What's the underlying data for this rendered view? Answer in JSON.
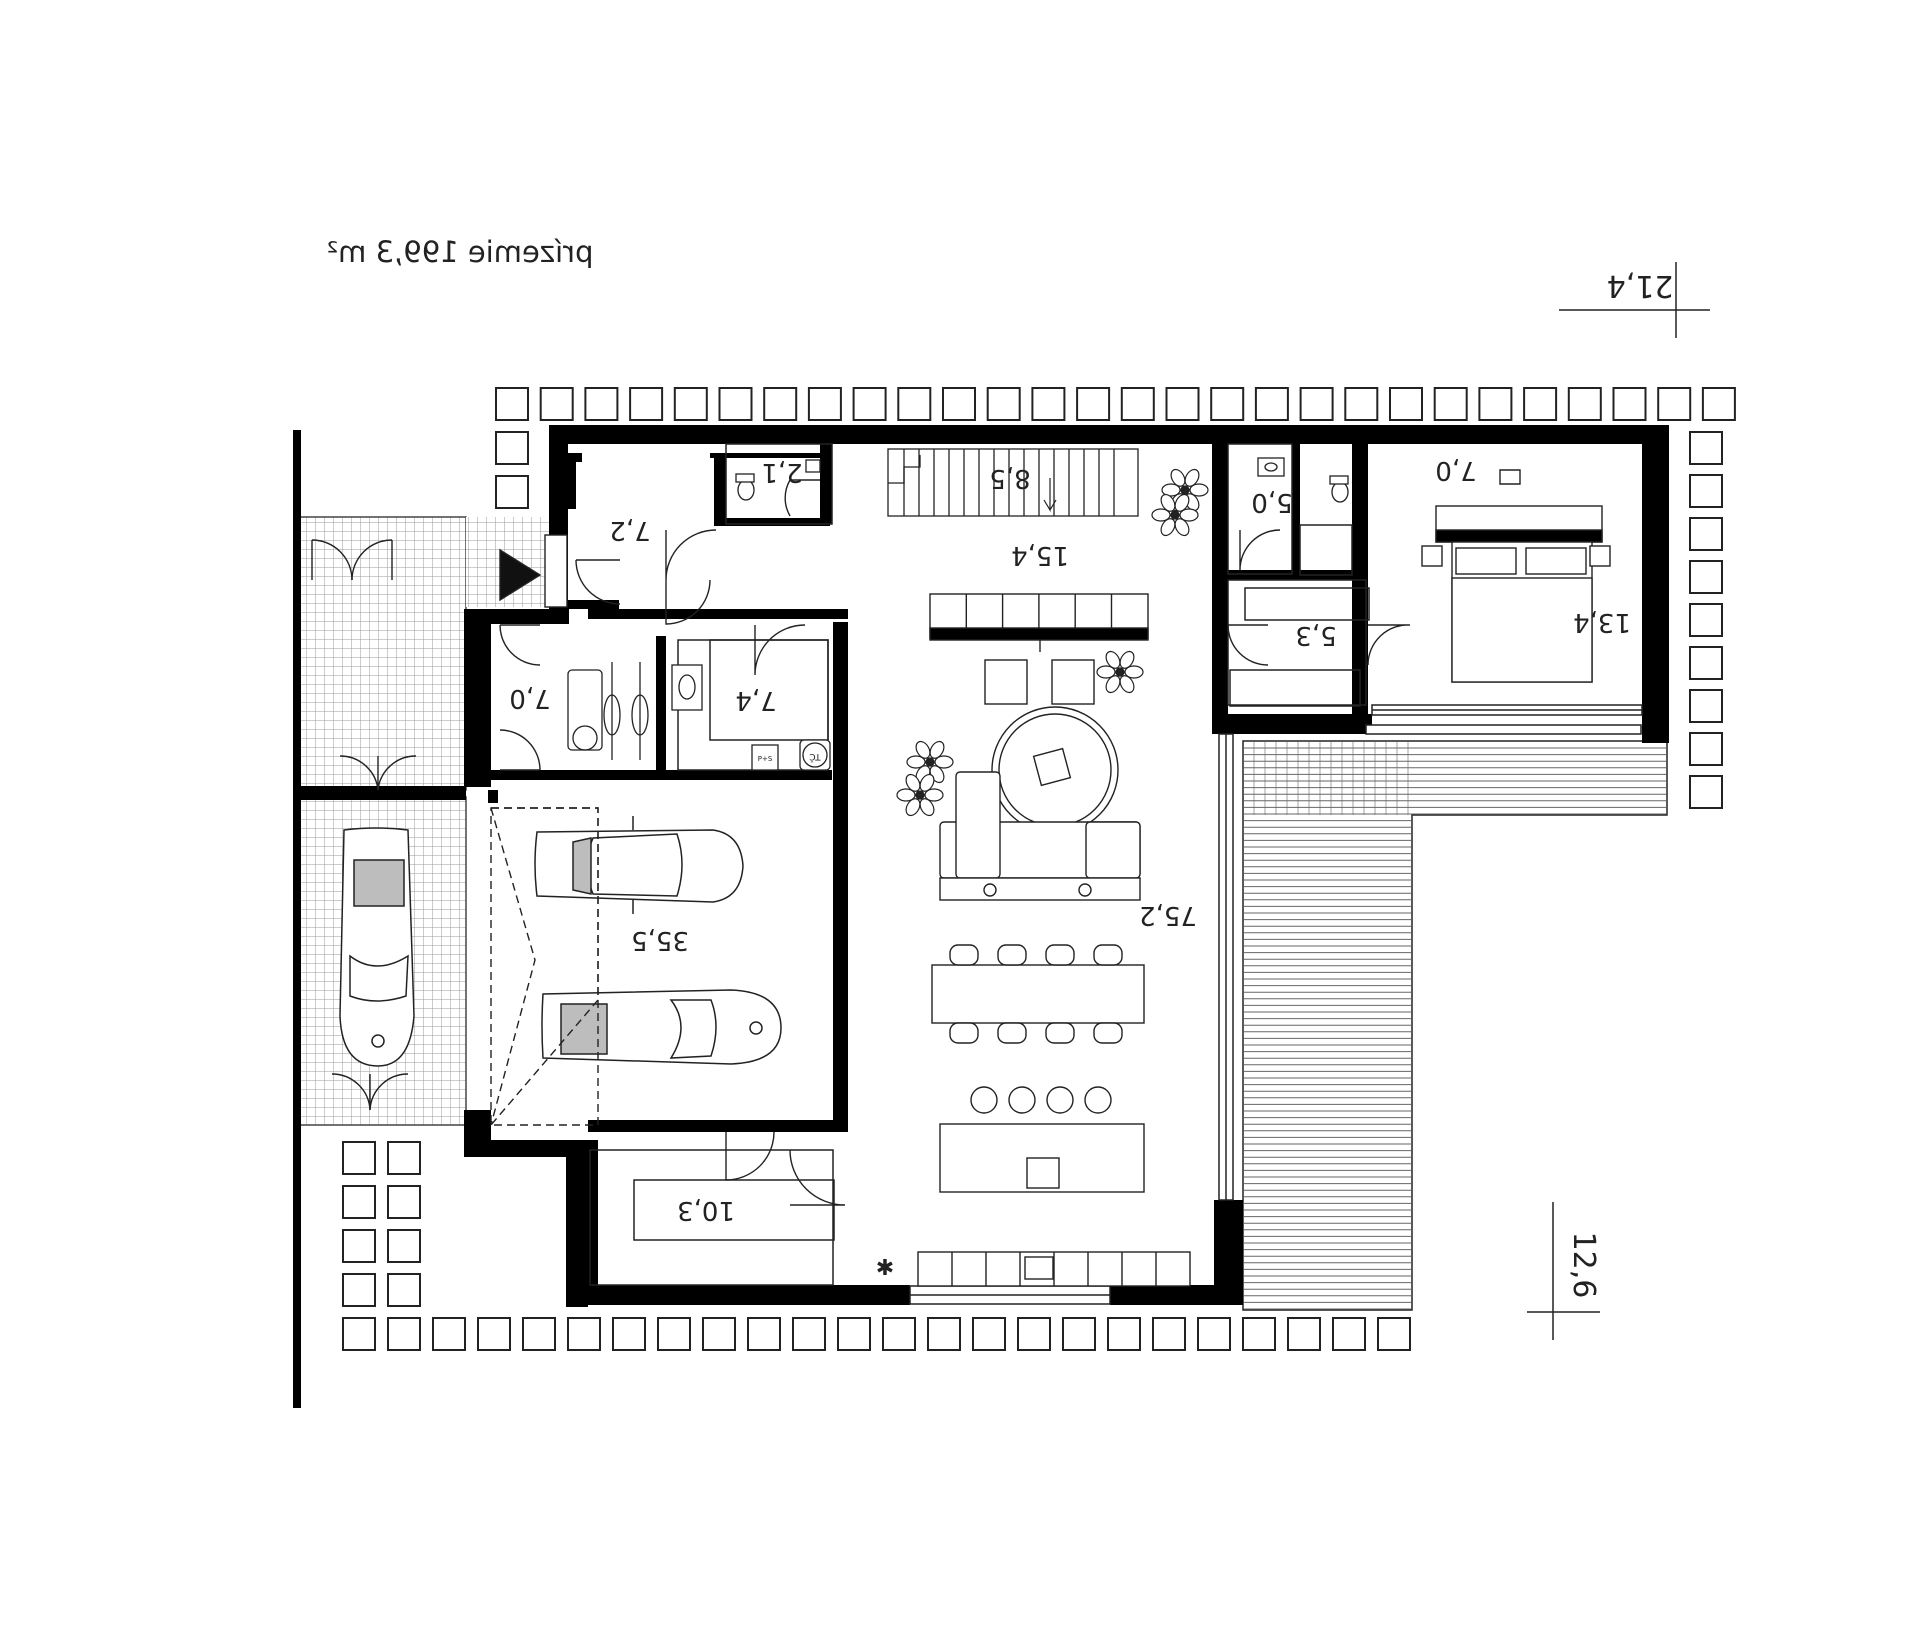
{
  "title": "prízemie 199,3 m²",
  "dimensions": {
    "top": "21,4",
    "right": "12,6"
  },
  "rooms": [
    {
      "id": "entry-hall",
      "area": "7,2"
    },
    {
      "id": "wc",
      "area": "2,1"
    },
    {
      "id": "staircase",
      "area": "8,5"
    },
    {
      "id": "living-upper",
      "area": "15,4"
    },
    {
      "id": "bathroom",
      "area": "5,0"
    },
    {
      "id": "bedroom-study",
      "area": "7,0"
    },
    {
      "id": "hallway-east",
      "area": "5,3"
    },
    {
      "id": "bedroom",
      "area": "13,4"
    },
    {
      "id": "storage",
      "area": "7,0"
    },
    {
      "id": "technical",
      "area": "7,4"
    },
    {
      "id": "garage",
      "area": "35,5"
    },
    {
      "id": "living-main",
      "area": "75,2"
    },
    {
      "id": "pantry",
      "area": "10,3"
    }
  ],
  "equipment_labels": {
    "boiler": "TČ",
    "washer": "P+S"
  },
  "colors": {
    "wall": "#000000",
    "line": "#222222",
    "grid": "#9a9a9a",
    "car_fill": "#bdbdbd"
  }
}
